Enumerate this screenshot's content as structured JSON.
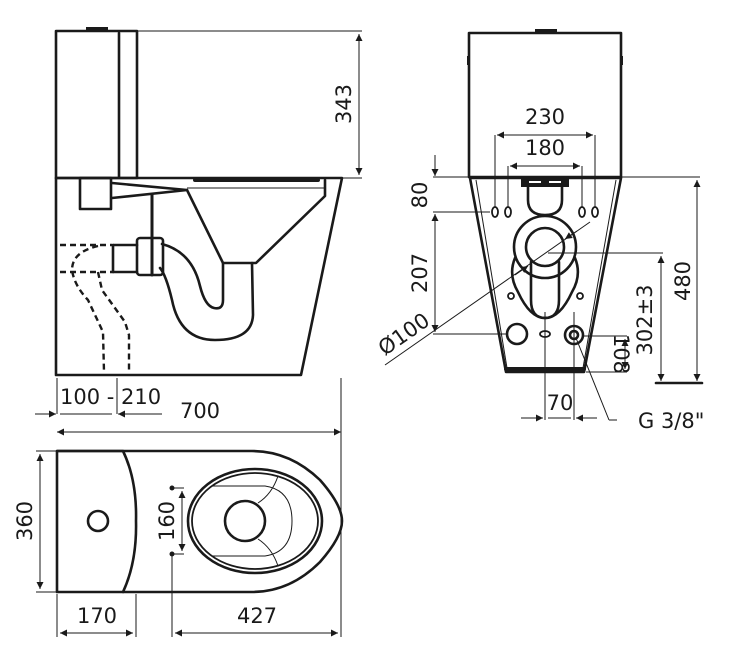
{
  "drawing": {
    "title": "Close-coupled WC pan dimension drawing",
    "accent_color": "#1a1a1a",
    "side_view": {
      "cistern_height": "343",
      "outlet_range": "100 - 210",
      "overall_length": "700"
    },
    "rear_view": {
      "fixing_outer": "230",
      "fixing_inner": "180",
      "fixing_height": "80",
      "outlet_spacing": "207",
      "outlet_diameter": "Ø100",
      "total_height": "480",
      "outlet_height": "302±3",
      "inlet_height": "108",
      "inlet_offset": "70",
      "inlet_thread": "G 3/8\""
    },
    "top_view": {
      "width": "360",
      "cistern_depth": "170",
      "seat_fixing": "160",
      "bowl_length": "427"
    }
  }
}
